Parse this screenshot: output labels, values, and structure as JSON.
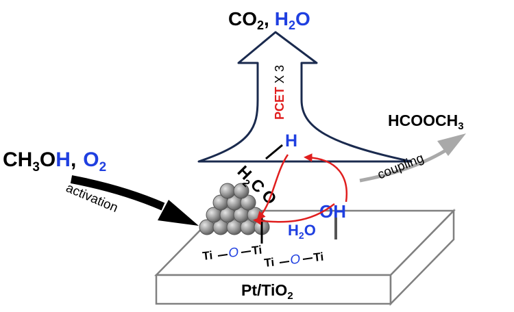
{
  "products": {
    "co2_a": "CO",
    "co2_sub": "2",
    "comma": ",",
    "h2o_a": "H",
    "h2o_sub": "2",
    "h2o_b": "O"
  },
  "pcet": {
    "bold": "PCET",
    "factor": " X 3"
  },
  "reactants": {
    "ch3oh_a": "CH",
    "ch3oh_sub": "3",
    "ch3oh_b": "O",
    "ch3oh_h": "H",
    "comma": ",",
    "o2_a": "O",
    "o2_sub": "2"
  },
  "activation_label": "activation",
  "coupling_label": "coupling",
  "product_hcoo": {
    "a": "HCOOCH",
    "sub": "3"
  },
  "adsorbate": {
    "h2co_h": "H",
    "h2co_sub": "2",
    "h2co_c": "C",
    "h2co_o": "O",
    "h_atom": "H",
    "oh": "OH",
    "water_a": "H",
    "water_sub": "2",
    "water_b": "O"
  },
  "lattice": {
    "row1": {
      "ti1": "Ti",
      "o": "O",
      "ti2": "Ti"
    },
    "row2": {
      "ti1": "Ti",
      "o": "O",
      "ti2": "Ti"
    }
  },
  "catalyst": {
    "a": "Pt/TiO",
    "sub": "2"
  },
  "colors": {
    "blue": "#1f3fe0",
    "red": "#e01e1e",
    "navy": "#1a2a4e",
    "gray_arrow": "#a9a9a9",
    "black": "#000000",
    "pt_gray": "#8c8c8c"
  },
  "icons": {
    "main_arrow": "upward-arrow",
    "pt_cluster": "pt-nanoparticle-icon"
  }
}
